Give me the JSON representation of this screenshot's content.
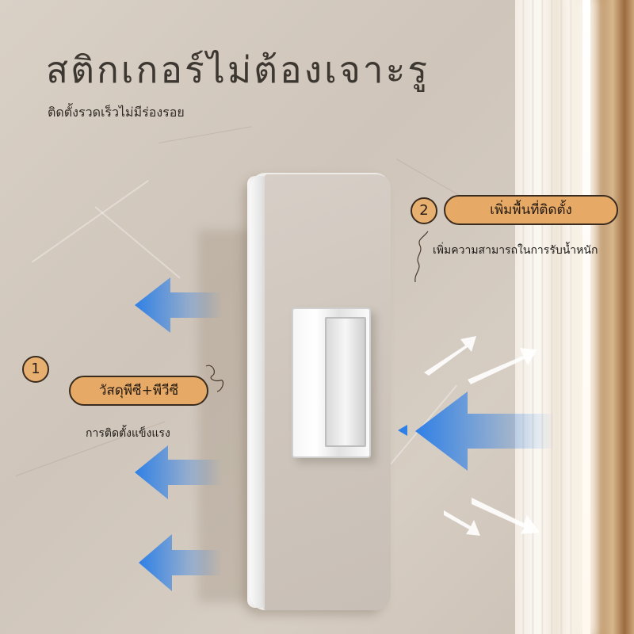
{
  "headline": {
    "title": "สติกเกอร์ไม่ต้องเจาะรู",
    "subtitle": "ติดตั้งรวดเร็วไม่มีร่องรอย"
  },
  "feature_1": {
    "number": "1",
    "label": "วัสดุพีซี+พีวีซี",
    "caption": "การติดตั้งแข็งแรง"
  },
  "feature_2": {
    "number": "2",
    "label": "เพิ่มพื้นที่ติดตั้ง",
    "caption": "เพิ่มความสามารถในการรับน้ำหนัก"
  },
  "colors": {
    "callout_fill": "#e6aa66",
    "arrow_blue": "#2f80e6",
    "wall": "#d3c9bf"
  },
  "icons": [
    "arrow-left-blue",
    "arrow-down-left-white",
    "sticker-plate",
    "hook"
  ]
}
